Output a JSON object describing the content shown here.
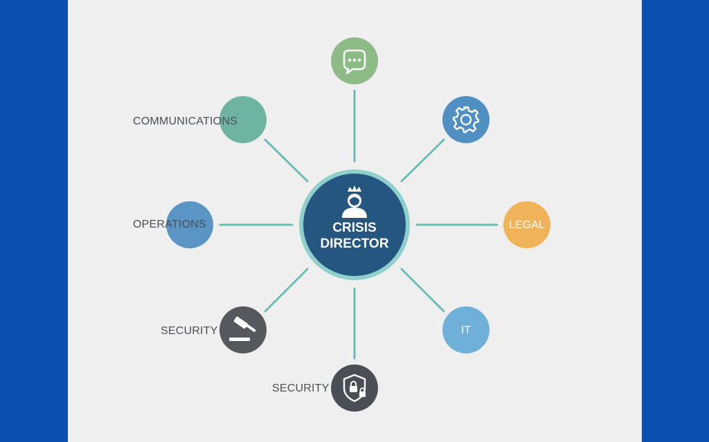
{
  "diagram": {
    "center": {
      "line1": "CRISIS",
      "line2": "DIRECTOR",
      "icon": "crowned-person-icon"
    },
    "nodes": [
      {
        "id": "chat",
        "icon": "chat-bubble-icon",
        "label": "",
        "color": "#8dbb86"
      },
      {
        "id": "settings",
        "icon": "gear-icon",
        "label": "",
        "color": "#4f8fc2"
      },
      {
        "id": "legal",
        "icon": "",
        "label": "LEGAL",
        "color": "#f0b35a"
      },
      {
        "id": "it",
        "icon": "",
        "label": "IT",
        "color": "#6fb0d8"
      },
      {
        "id": "security-shield",
        "icon": "shield-lock-icon",
        "label": "SECURITY",
        "color": "#4a4f55"
      },
      {
        "id": "security-gavel",
        "icon": "gavel-icon",
        "label": "SECURITY",
        "color": "#55595e"
      },
      {
        "id": "operations",
        "icon": "",
        "label": "OPERATIONS",
        "color": "#5b95c6"
      },
      {
        "id": "communications",
        "icon": "",
        "label": "COMMUNICATIONS",
        "color": "#6fb3a3"
      }
    ],
    "colors": {
      "background": "#efefef",
      "frame": "#0b4fb0",
      "connector": "#6bbdb3",
      "center_fill": "#245680",
      "center_ring": "#8fd0cc"
    }
  }
}
